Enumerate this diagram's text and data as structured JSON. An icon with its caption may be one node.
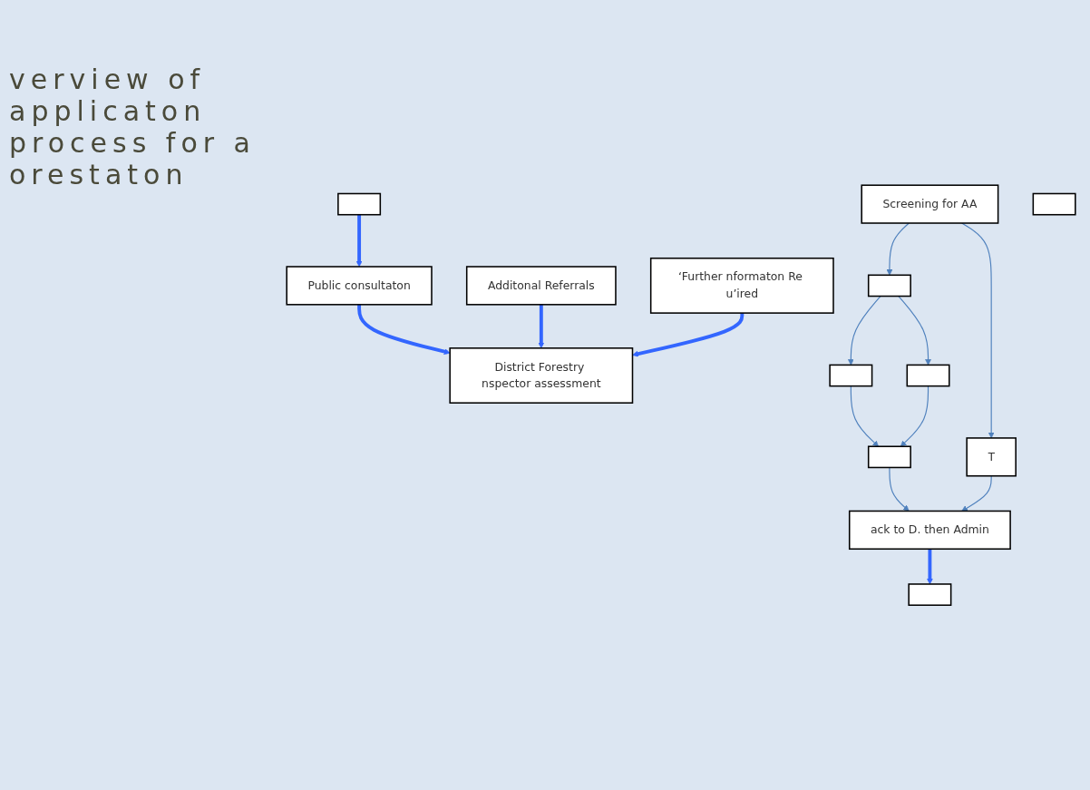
{
  "diagram": {
    "title": "verview of applicaton process for a orestaton",
    "nodes": [
      {
        "text": [],
        "shape": "box"
      },
      {
        "text": [
          "Public consultaton"
        ]
      },
      {
        "text": [
          "District Forestry nspector assessment"
        ]
      },
      {
        "text": [
          "Additonal Referrals"
        ]
      },
      {
        "text": [
          "‘Further nformaton Re u’ired"
        ]
      },
      {
        "text": [
          "Screening for AA"
        ]
      },
      {
        "text": [],
        "shape": "box"
      },
      {
        "text": [
          "T"
        ]
      },
      {
        "text": [],
        "shape": "box"
      },
      {
        "text": [],
        "shape": "box"
      },
      {
        "text": [],
        "shape": "box"
      },
      {
        "text": [],
        "shape": "box"
      },
      {
        "text": [
          "ack to D. then Admin"
        ]
      },
      {
        "text": [],
        "shape": "box"
      }
    ],
    "edges": [
      {
        "from": 0,
        "to": 1,
        "arrow": "to",
        "style": "thick",
        "color": "#3366ff"
      },
      {
        "from": 1,
        "to": 2,
        "arrow": "to",
        "style": "thick",
        "color": "#3366ff"
      },
      {
        "from": 3,
        "to": 2,
        "arrow": "to",
        "style": "thick",
        "color": "#3366ff"
      },
      {
        "from": 4,
        "to": 2,
        "arrow": "to",
        "style": "thick",
        "color": "#3366ff"
      },
      {
        "from": 5,
        "to": 6,
        "arrow": "to"
      },
      {
        "from": 5,
        "to": 7,
        "arrow": "to"
      },
      {
        "from": 6,
        "to": 8,
        "arrow": "to"
      },
      {
        "from": 6,
        "to": 10,
        "arrow": "to"
      },
      {
        "from": 8,
        "to": 11,
        "arrow": "to"
      },
      {
        "from": 10,
        "to": 11,
        "arrow": "to"
      },
      {
        "from": 11,
        "to": 12,
        "arrow": "to"
      },
      {
        "from": 7,
        "to": 12,
        "arrow": "to"
      },
      {
        "from": 12,
        "to": 13,
        "arrow": "to",
        "style": "thick",
        "color": "#3366ff"
      }
    ]
  }
}
